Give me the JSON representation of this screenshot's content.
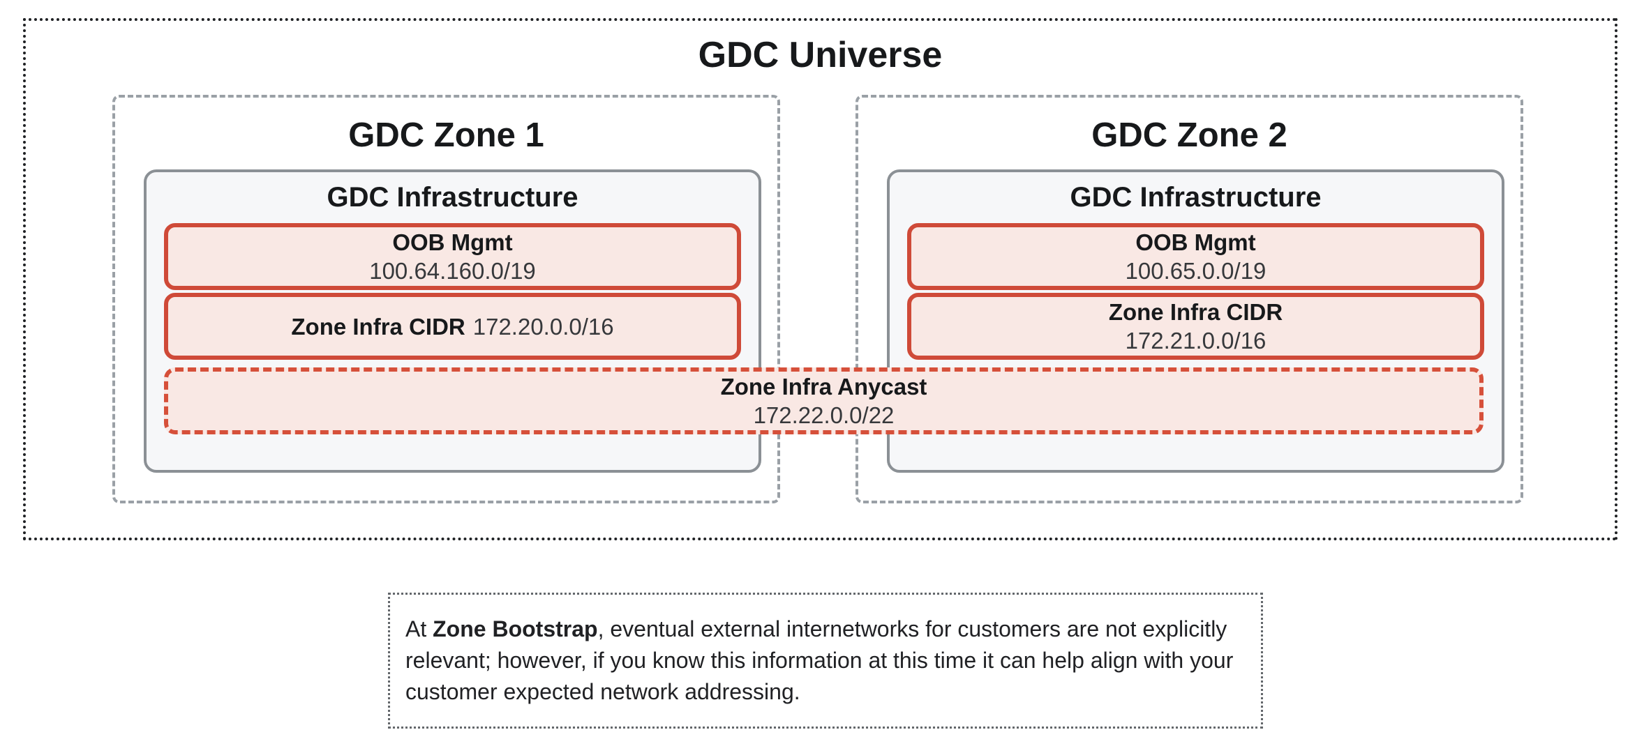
{
  "universe": {
    "title": "GDC Universe",
    "zones": [
      {
        "title": "GDC Zone 1",
        "infrastructure": {
          "title": "GDC Infrastructure",
          "blocks": [
            {
              "label": "OOB Mgmt",
              "value": "100.64.160.0/19",
              "layout": "two-line"
            },
            {
              "label": "Zone Infra CIDR",
              "value": "172.20.0.0/16",
              "layout": "one-line"
            }
          ]
        }
      },
      {
        "title": "GDC Zone 2",
        "infrastructure": {
          "title": "GDC Infrastructure",
          "blocks": [
            {
              "label": "OOB Mgmt",
              "value": "100.65.0.0/19",
              "layout": "two-line"
            },
            {
              "label": "Zone Infra CIDR",
              "value": "172.21.0.0/16",
              "layout": "two-line"
            }
          ]
        }
      }
    ],
    "anycast": {
      "label": "Zone Infra Anycast",
      "value": "172.22.0.0/22"
    }
  },
  "note": {
    "prefix": "At ",
    "bold": "Zone Bootstrap",
    "rest": ", eventual external internetworks for customers are not explicitly relevant; however, if you know this information at this time it can help align with your customer expected network addressing."
  },
  "colors": {
    "accent_red_border": "#cf4a38",
    "anycast_dash_red": "#d6503a",
    "red_block_fill": "#f9e8e4",
    "infra_fill": "#f6f7f9",
    "infra_border_gray": "#8b9095",
    "zone_dash_gray": "#9aa0a6",
    "universe_dot_black": "#1f2124",
    "note_dot_gray": "#63676b",
    "text_primary": "#17191b",
    "text_value": "#36383b"
  }
}
